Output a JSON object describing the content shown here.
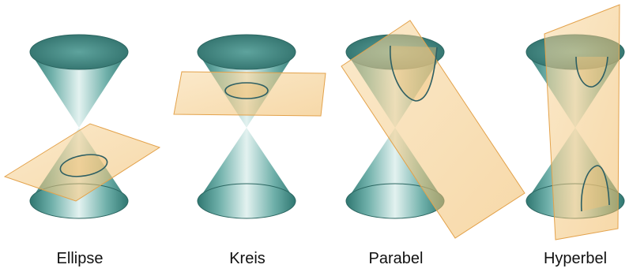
{
  "labels": [
    "Ellipse",
    "Kreis",
    "Parabel",
    "Hyperbel"
  ],
  "colors": {
    "cone_dark": "#3f8a84",
    "cone_mid": "#8cc3bd",
    "cone_light": "#dff0ee",
    "plane_fill": "#f4c77f",
    "plane_stroke": "#e3a24b",
    "curve_stroke": "#2e5f63",
    "background": "#ffffff",
    "text": "#111111"
  }
}
